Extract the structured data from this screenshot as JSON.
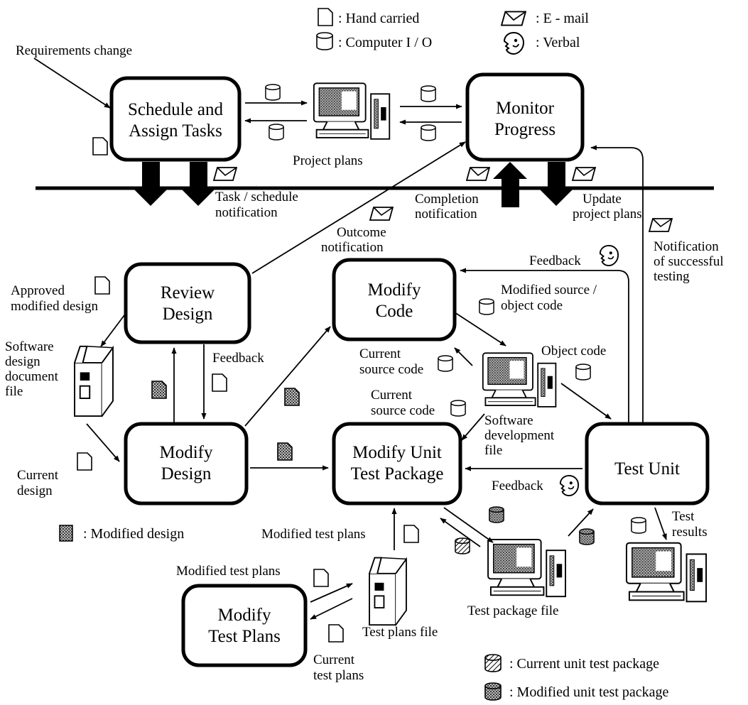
{
  "legend": {
    "hand_carried": ": Hand carried",
    "computer_io": ": Computer I / O",
    "email": ": E - mail",
    "verbal": ": Verbal",
    "modified_design": ": Modified design",
    "current_unit_test_package": ": Current unit test package",
    "modified_unit_test_package": ": Modified unit test package"
  },
  "processes": {
    "schedule": [
      "Schedule and",
      "Assign Tasks"
    ],
    "monitor": [
      "Monitor",
      "Progress"
    ],
    "review_design": [
      "Review",
      "Design"
    ],
    "modify_code": [
      "Modify",
      "Code"
    ],
    "modify_design": [
      "Modify",
      "Design"
    ],
    "modify_unit_test_package": [
      "Modify Unit",
      "Test Package"
    ],
    "test_unit": [
      "Test Unit"
    ],
    "modify_test_plans": [
      "Modify",
      "Test Plans"
    ]
  },
  "stores": {
    "project_plans": "Project plans",
    "software_design_document_file": [
      "Software",
      "design",
      "document",
      "file"
    ],
    "software_development_file": [
      "Software",
      "development",
      "file"
    ],
    "test_package_file": "Test package file",
    "test_plans_file": "Test plans file"
  },
  "flows": {
    "requirements_change": "Requirements change",
    "task_schedule_notification": [
      "Task / schedule",
      "notification"
    ],
    "completion_notification": [
      "Completion",
      "notification"
    ],
    "update_project_plans": [
      "Update",
      "project plans"
    ],
    "outcome_notification": [
      "Outcome",
      "notification"
    ],
    "notification_successful_testing": [
      "Notification",
      "of successful",
      "testing"
    ],
    "feedback_top": "Feedback",
    "approved_modified_design": [
      "Approved",
      "modified design"
    ],
    "modified_source_object_code": [
      "Modified source /",
      "object code"
    ],
    "feedback_review": "Feedback",
    "current_source_code_1": [
      "Current",
      "source code"
    ],
    "object_code": "Object code",
    "current_source_code_2": [
      "Current",
      "source code"
    ],
    "current_design": [
      "Current",
      "design"
    ],
    "feedback_test": "Feedback",
    "modified_test_plans_1": "Modified test plans",
    "modified_test_plans_2": "Modified test plans",
    "test_results": [
      "Test",
      "results"
    ],
    "current_test_plans": [
      "Current",
      "test plans"
    ]
  },
  "icons": {
    "hand_carried": "document-icon",
    "computer_io": "cylinder-icon",
    "email": "envelope-icon",
    "verbal": "verbal-face-icon",
    "modified_design": "shaded-square-icon",
    "current_unit_test_package": "hatched-cylinder-icon",
    "modified_unit_test_package": "dotted-cylinder-icon",
    "workstation": "computer-icon",
    "file_cabinet": "file-cabinet-icon"
  },
  "colors": {
    "ink": "#000000",
    "modified_design_fill": "#3a3a3a",
    "background": "#ffffff"
  }
}
